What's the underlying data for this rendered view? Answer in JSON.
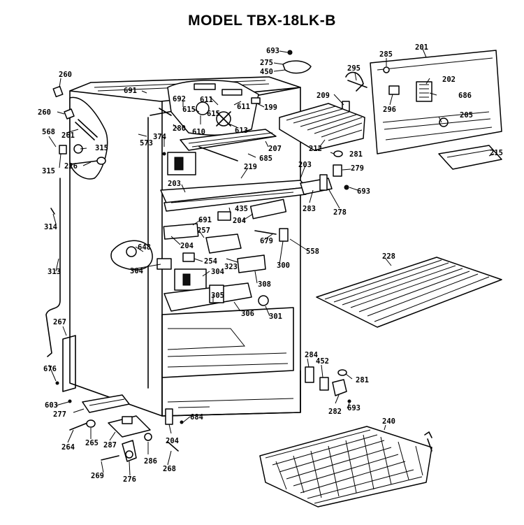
{
  "title": "MODEL TBX-18LK-B",
  "part_numbers": {
    "p693a": "693",
    "p275": "275",
    "p450": "450",
    "p295": "295",
    "p285": "285",
    "p201": "201",
    "p260a": "260",
    "p260b": "260",
    "p691a": "691",
    "p692": "692",
    "p615a": "615",
    "p611a": "611",
    "p611b": "611",
    "p199": "199",
    "p209": "209",
    "p202": "202",
    "p686": "686",
    "p296": "296",
    "p615b": "615",
    "p610": "610",
    "p261": "261",
    "p568": "568",
    "p280": "280",
    "p613": "613",
    "p205": "205",
    "p315a": "315",
    "p374": "374",
    "p573": "573",
    "p207": "207",
    "p212": "212",
    "p281a": "281",
    "p215": "215",
    "p315b": "315",
    "p226": "226",
    "p685": "685",
    "p219": "219",
    "p203a": "203",
    "p279": "279",
    "p203b": "203",
    "p283": "283",
    "p693b": "693",
    "p278": "278",
    "p435": "435",
    "p204a": "204",
    "p314": "314",
    "p691b": "691",
    "p257": "257",
    "p679": "679",
    "p558": "558",
    "p648": "648",
    "p204b": "204",
    "p254": "254",
    "p300": "300",
    "p313": "313",
    "p304a": "304",
    "p304b": "304",
    "p323": "323",
    "p308": "308",
    "p228": "228",
    "p305": "305",
    "p306": "306",
    "p301": "301",
    "p267": "267",
    "p676": "676",
    "p284": "284",
    "p452": "452",
    "p281b": "281",
    "p603": "603",
    "p277": "277",
    "p282": "282",
    "p693c": "693",
    "p684": "684",
    "p240": "240",
    "p264": "264",
    "p265": "265",
    "p287": "287",
    "p204c": "204",
    "p286": "286",
    "p269": "269",
    "p276": "276",
    "p268": "268"
  }
}
